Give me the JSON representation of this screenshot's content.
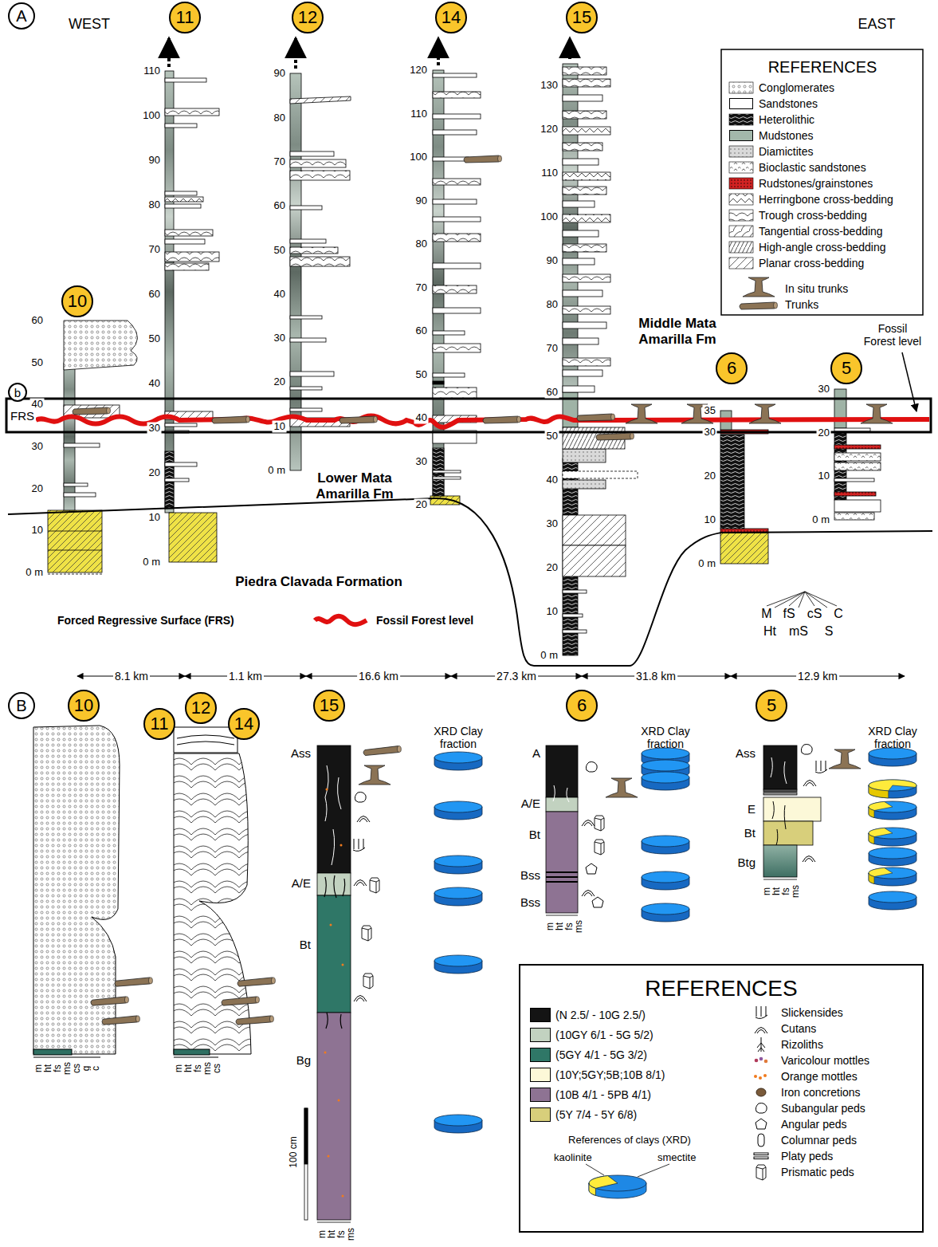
{
  "diagram": {
    "nodes": [
      {
        "text": [
          "A"
        ]
      },
      {
        "text": [
          "11"
        ]
      },
      {
        "text": [
          "12"
        ]
      },
      {
        "text": [
          "14"
        ]
      },
      {
        "text": [
          "15"
        ]
      },
      {
        "text": [
          "10"
        ]
      },
      {
        "text": [
          "6"
        ]
      },
      {
        "text": [
          "5"
        ]
      },
      {
        "text": [
          "b"
        ]
      },
      {
        "text": [
          "B"
        ]
      },
      {
        "text": [
          "10"
        ]
      },
      {
        "text": [
          "11"
        ]
      },
      {
        "text": [
          "12"
        ]
      },
      {
        "text": [
          "14"
        ]
      },
      {
        "text": [
          "15"
        ]
      },
      {
        "text": [
          "6"
        ]
      },
      {
        "text": [
          "5"
        ]
      }
    ],
    "labels": [
      "WEST",
      "EAST",
      "FRS",
      "Middle Mata Amarilla Fm",
      "Fossil Forest level",
      "Lower Mata Amarilla Fm",
      "Piedra Clavada Formation",
      "Forced Regressive Surface (FRS)",
      "Fossil Forest level",
      "M",
      "fS",
      "cS",
      "C",
      "Ht",
      "mS",
      "S",
      "8.1 km",
      "1.1 km",
      "16.6 km",
      "27.3 km",
      "31.8 km",
      "12.9 km",
      "m",
      "ht",
      "fs",
      "ms",
      "cs",
      "g",
      "c",
      "m",
      "ht",
      "fs",
      "ms",
      "cs",
      "Ass",
      "A/E",
      "Bt",
      "Bg",
      "100 cm",
      "m",
      "ht",
      "fs",
      "ms",
      "XRD Clay fraction",
      "A",
      "A/E",
      "Bt",
      "Bss",
      "Bss",
      "m",
      "ht",
      "fs",
      "ms",
      "XRD Clay fraction",
      "Ass",
      "E",
      "Bt",
      "Btg",
      "m",
      "ht",
      "fs",
      "ms",
      "XRD Clay fraction",
      "REFERENCES",
      "REFERENCES",
      "References of clays (XRD)",
      "0 m",
      "10",
      "20",
      "30",
      "40",
      "50",
      "60",
      "0 m",
      "10",
      "20",
      "30",
      "40",
      "50",
      "60",
      "70",
      "80",
      "90",
      "100",
      "110",
      "0 m",
      "10",
      "20",
      "30",
      "40",
      "50",
      "60",
      "70",
      "80",
      "90",
      "20",
      "30",
      "40",
      "50",
      "60",
      "70",
      "80",
      "90",
      "100",
      "110",
      "120",
      "0 m",
      "10",
      "20",
      "30",
      "40",
      "50",
      "60",
      "70",
      "80",
      "90",
      "100",
      "110",
      "120",
      "130",
      "0 m",
      "10",
      "20",
      "30",
      "35",
      "0 m",
      "10",
      "20",
      "30"
    ],
    "legend": [
      {
        "text": "Conglomerates"
      },
      {
        "text": "Sandstones",
        "color": "#ffffff"
      },
      {
        "text": "Heterolithic"
      },
      {
        "text": "Mudstones",
        "color": "#a3b8ab"
      },
      {
        "text": "Diamictites"
      },
      {
        "text": "Bioclastic sandstones"
      },
      {
        "text": "Rudstones/grainstones"
      },
      {
        "text": "Herringbone cross-bedding"
      },
      {
        "text": "Trough cross-bedding"
      },
      {
        "text": "Tangential cross-bedding"
      },
      {
        "text": "High-angle cross-bedding"
      },
      {
        "text": "Planar cross-bedding"
      },
      {
        "text": "In situ trunks"
      },
      {
        "text": "Trunks"
      },
      {
        "text": "(N 2.5/ - 10G 2.5/)",
        "color": "#141414"
      },
      {
        "text": "(10GY 6/1 - 5G 5/2)",
        "color": "#c2d2c0"
      },
      {
        "text": "(5GY 4/1 - 5G 3/2)",
        "color": "#2f7767"
      },
      {
        "text": "(10Y;5GY;5B;10B 8/1)",
        "color": "#fcf8d8"
      },
      {
        "text": "(10B 4/1 - 5PB 4/1)",
        "color": "#8e7393"
      },
      {
        "text": "(5Y 7/4 - 5Y 6/8)",
        "color": "#d8cf7b"
      },
      {
        "text": "Slickensides"
      },
      {
        "text": "Cutans"
      },
      {
        "text": "Rizoliths"
      },
      {
        "text": "Varicolour mottles"
      },
      {
        "text": "Orange mottles"
      },
      {
        "text": "Iron concretions"
      },
      {
        "text": "Subangular peds"
      },
      {
        "text": "Angular peds"
      },
      {
        "text": "Columnar peds"
      },
      {
        "text": "Platy peds"
      },
      {
        "text": "Prismatic peds"
      },
      {
        "text": "kaolinite",
        "color": "#ffeb3b"
      },
      {
        "text": "smectite",
        "color": "#1e88e5"
      }
    ]
  }
}
